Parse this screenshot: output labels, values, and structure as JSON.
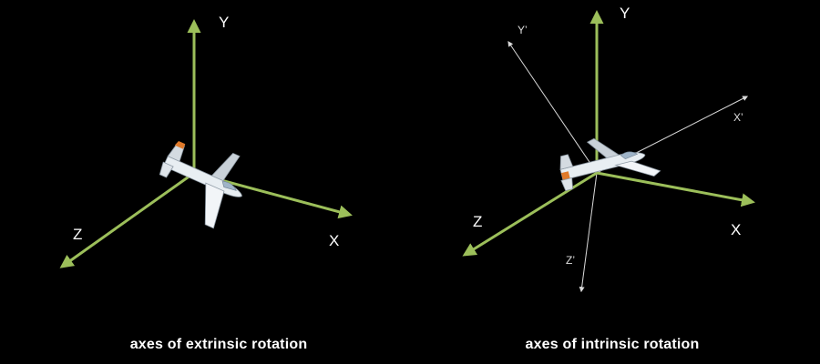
{
  "colors": {
    "background": "#000000",
    "world_axis": "#9cbf5a",
    "body_axis": "#d9d9d9",
    "text": "#ffffff",
    "plane_body": "#e8eef2",
    "plane_tail": "#e07a2a",
    "plane_cockpit": "#9fb4c8"
  },
  "panels": [
    {
      "caption": "axes of extrinsic rotation",
      "axes": {
        "x_label": "X",
        "y_label": "Y",
        "z_label": "Z"
      }
    },
    {
      "caption": "axes of intrinsic rotation",
      "axes": {
        "x_label": "X",
        "y_label": "Y",
        "z_label": "Z"
      },
      "body_axes": {
        "x_label": "X’",
        "y_label": "Y’",
        "z_label": "Z’"
      }
    }
  ],
  "icons": [
    "airplane-icon",
    "airplane-icon"
  ]
}
